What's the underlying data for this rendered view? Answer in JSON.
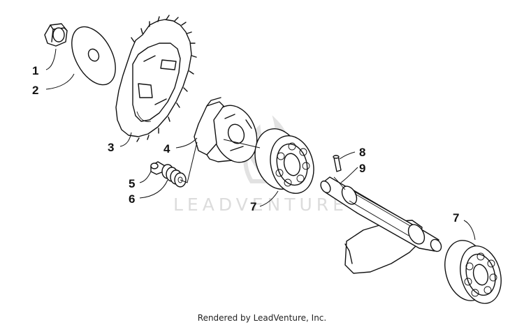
{
  "watermark": {
    "text": "LEADVENTURE",
    "color": "#dcdcdc",
    "logo_icon": "leadventure-flame-logo"
  },
  "footer": {
    "text": "Rendered by LeadVenture, Inc."
  },
  "callouts": [
    {
      "id": "c1",
      "label": "1"
    },
    {
      "id": "c2",
      "label": "2"
    },
    {
      "id": "c3",
      "label": "3"
    },
    {
      "id": "c4",
      "label": "4"
    },
    {
      "id": "c5",
      "label": "5"
    },
    {
      "id": "c6",
      "label": "6"
    },
    {
      "id": "c7a",
      "label": "7"
    },
    {
      "id": "c8",
      "label": "8"
    },
    {
      "id": "c9",
      "label": "9"
    },
    {
      "id": "c7b",
      "label": "7"
    }
  ]
}
